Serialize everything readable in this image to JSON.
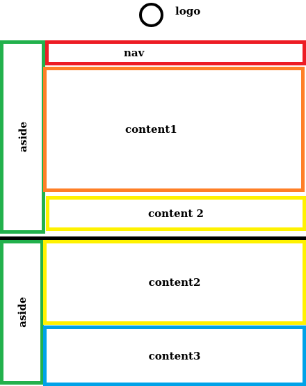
{
  "header": {
    "logo_label": "logo"
  },
  "top_section": {
    "aside_label": "aside",
    "nav_label": "nav",
    "content1_label": "content1",
    "content_2_label": "content 2"
  },
  "bottom_section": {
    "aside_label": "aside",
    "content2_label": "content2",
    "content3_label": "content3"
  },
  "colors": {
    "aside_border": "#22b14c",
    "nav_border": "#ed1c24",
    "content1_border": "#ff7f27",
    "content2_border": "#fff200",
    "content3_border": "#00a2e8",
    "divider": "#000000"
  }
}
